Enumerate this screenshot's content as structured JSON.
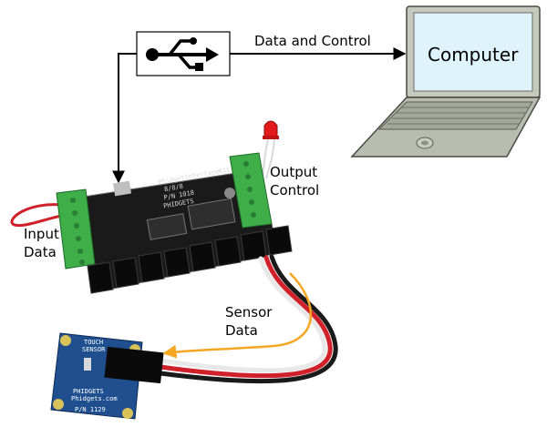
{
  "labels": {
    "data_and_control": "Data and Control",
    "computer": "Computer",
    "output_control": [
      "Output",
      "Control"
    ],
    "input_data": [
      "Input",
      "Data"
    ],
    "sensor_data": [
      "Sensor",
      "Data"
    ]
  },
  "board": {
    "name": "PhidgetInterfaceKit",
    "version": "8/8/8",
    "part_number": "P/N 1018",
    "brand": "PHIDGETS"
  },
  "sensor_board": {
    "title": [
      "TOUCH",
      "SENSOR"
    ],
    "brand": "PHIDGETS",
    "site": "Phidgets.com",
    "part_number": "P/N 1129"
  },
  "colors": {
    "arrow": "#000000",
    "sensor_arrow": "#f5a623",
    "pcb": "#1a1a1a",
    "terminal_green": "#3fae49",
    "connector_black": "#0a0a0a",
    "laptop_body": "#b9bdb0",
    "laptop_screen": "#dff3fb",
    "wire_red": "#d0202a",
    "sensor_pcb": "#1f4f8f",
    "led_red": "#e21a1a"
  },
  "icons": {
    "usb": "usb-icon",
    "laptop": "laptop-icon",
    "led": "led-icon"
  }
}
